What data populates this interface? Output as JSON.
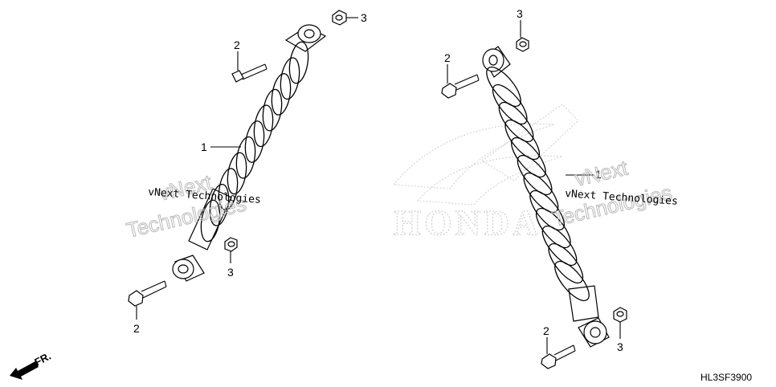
{
  "diagram": {
    "drawing_code": "HL3SF3900",
    "direction_label": "FR.",
    "brand_watermark": "HONDA",
    "watermark_line": "vNext Technologies",
    "watermark_big_1": "vNext",
    "watermark_big_2": "Technologies",
    "left_assembly": {
      "callout_1": "1",
      "callout_2_top": "2",
      "callout_3_top": "3",
      "callout_3_bottom": "3",
      "callout_2_bottom": "2"
    },
    "right_assembly": {
      "callout_1": "1",
      "callout_2_top": "2",
      "callout_3_top": "3",
      "callout_3_bottom": "3",
      "callout_2_bottom": "2"
    }
  }
}
